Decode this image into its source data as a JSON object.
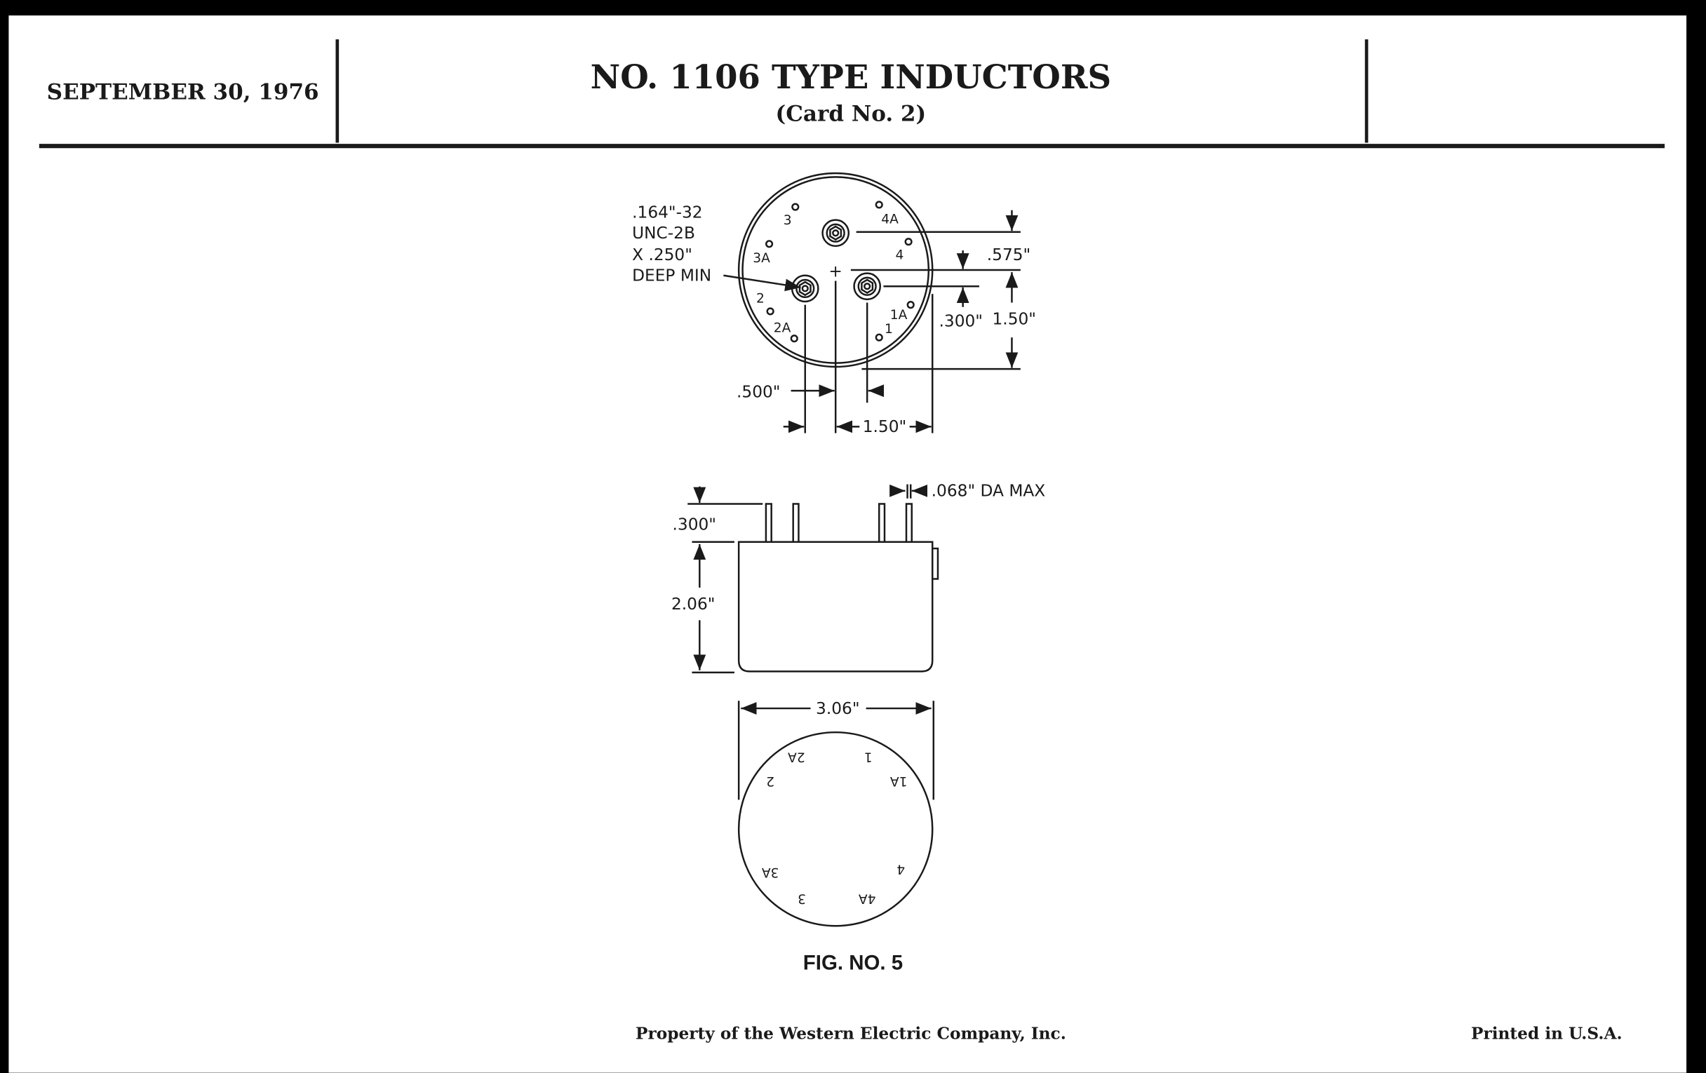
{
  "header": {
    "date": "SEPTEMBER 30, 1976",
    "title": "NO. 1106 TYPE INDUCTORS",
    "subtitle": "(Card No. 2)"
  },
  "top_view": {
    "thread_note": [
      ".164\"-32",
      "UNC-2B",
      "X .250\"",
      "DEEP MIN"
    ],
    "terminals": [
      "3",
      "3A",
      "2",
      "2A",
      "4A",
      "4",
      "1A",
      "1"
    ],
    "dim_575": ".575\"",
    "dim_300": ".300\"",
    "dim_150_v": "1.50\"",
    "dim_500": ".500\"",
    "dim_150_h": "1.50\""
  },
  "side_view": {
    "pin_dia": ".068\" DA MAX",
    "pin_height": ".300\"",
    "body_height": "2.06\""
  },
  "bottom_view": {
    "diameter": "3.06\"",
    "terminals": [
      "2A",
      "1",
      "2",
      "1A",
      "3A",
      "4",
      "3",
      "4A"
    ]
  },
  "figure_caption": "FIG. NO. 5",
  "footer": {
    "property": "Property of the Western Electric Company, Inc.",
    "printed": "Printed in U.S.A."
  }
}
